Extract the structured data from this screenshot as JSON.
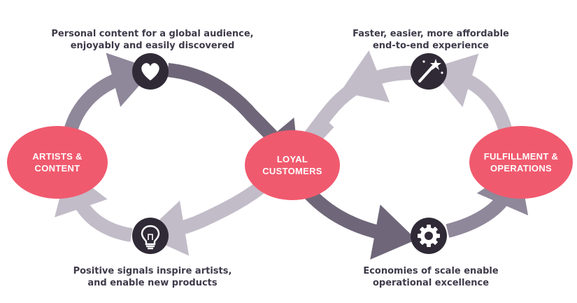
{
  "captions": {
    "top_left": [
      "Personal content for a global audience,",
      "enjoyably and easily discovered"
    ],
    "top_right": [
      "Faster, easier, more affordable",
      "end-to-end experience"
    ],
    "bottom_left": [
      "Positive signals inspire artists,",
      "and enable new products"
    ],
    "bottom_right": [
      "Economies of scale enable",
      "operational excellence"
    ]
  },
  "nodes": {
    "left": [
      "ARTISTS &",
      "CONTENT"
    ],
    "center": [
      "LOYAL",
      "CUSTOMERS"
    ],
    "right": [
      "FULFILLMENT &",
      "OPERATIONS"
    ]
  },
  "icons": {
    "top_left": "heart-icon",
    "top_right": "magic-wand-icon",
    "bottom_left": "lightbulb-icon",
    "bottom_right": "gear-icon"
  },
  "colors": {
    "node_fill": "#f05a6e",
    "arrow_dark": "#6f6779",
    "arrow_mid": "#8f879a",
    "arrow_light": "#c2bcc8",
    "icon_bg": "#2f2a36",
    "text": "#3f3a4a"
  }
}
